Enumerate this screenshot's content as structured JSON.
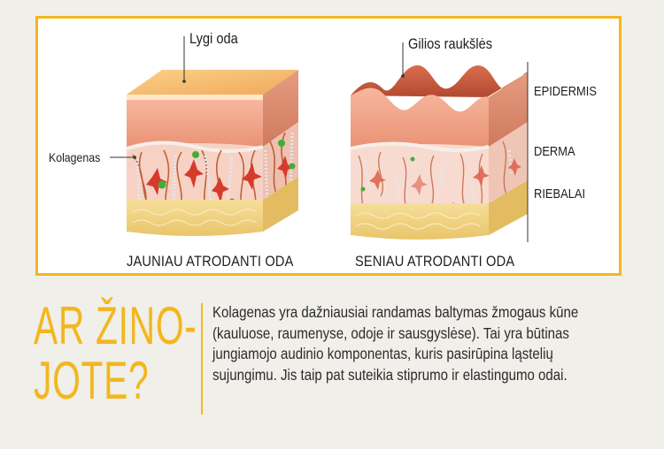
{
  "diagram": {
    "label_smooth_skin": "Lygi oda",
    "label_deep_wrinkles": "Gilios raukšlės",
    "label_collagen": "Kolagenas",
    "layers": {
      "epidermis": "EPIDERMIS",
      "dermis": "DERMA",
      "fat": "RIEBALAI"
    },
    "caption_young": "JAUNIAU ATRODANTI ODA",
    "caption_old": "SENIAU ATRODANTI ODA"
  },
  "fact": {
    "headline_line1": "AR ŽINO-",
    "headline_line2": "JOTE?",
    "body": "Kolagenas yra dažniausiai randamas baltymas žmogaus kūne (kauluose, raumenyse, odoje ir sausgyslėse). Tai yra būtinas jungiamojo audinio komponentas, kuris pasirūpina ląstelių sujungimu. Jis taip pat suteikia stiprumo ir elastingumo odai."
  },
  "colors": {
    "accent": "#f3b71e",
    "background": "#f1efea"
  }
}
